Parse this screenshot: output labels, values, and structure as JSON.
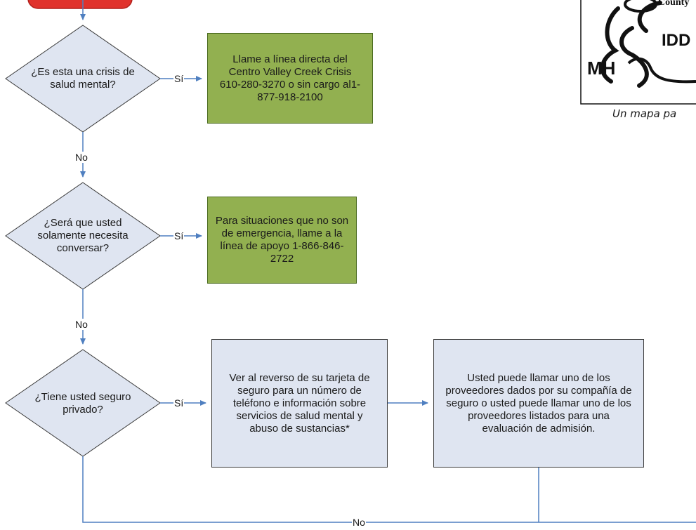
{
  "decisions": [
    {
      "label": "¿Es esta una crisis de salud mental?"
    },
    {
      "label": "¿Será que usted solamente necesita conversar?"
    },
    {
      "label": "¿Tiene usted seguro privado?"
    }
  ],
  "actions": {
    "crisis": "Llame a línea directa del Centro Valley Creek Crisis 610-280-3270 o sin cargo al1-877-918-2100",
    "support": "Para situaciones que no son de emergencia, llame a la línea de apoyo 1-866-846-2722",
    "insurance_card": "Ver al reverso de su tarjeta de seguro para un número de teléfono e información sobre servicios de salud mental y abuso de sustancias*",
    "providers": "Usted puede llamar uno de los proveedores dados por su compañía de seguro o usted puede llamar uno de los proveedores listados para una evaluación de admisión."
  },
  "edge_labels": {
    "yes": "Sí",
    "no": "No"
  },
  "logo": {
    "text_county": "County",
    "text_mh": "MH",
    "text_idd": "IDD",
    "caption": "Un mapa pa"
  },
  "colors": {
    "green_fill": "#92b050",
    "blue_fill": "#dfe5f1",
    "connector": "#4f7fc0",
    "start_red": "#e0322c"
  }
}
